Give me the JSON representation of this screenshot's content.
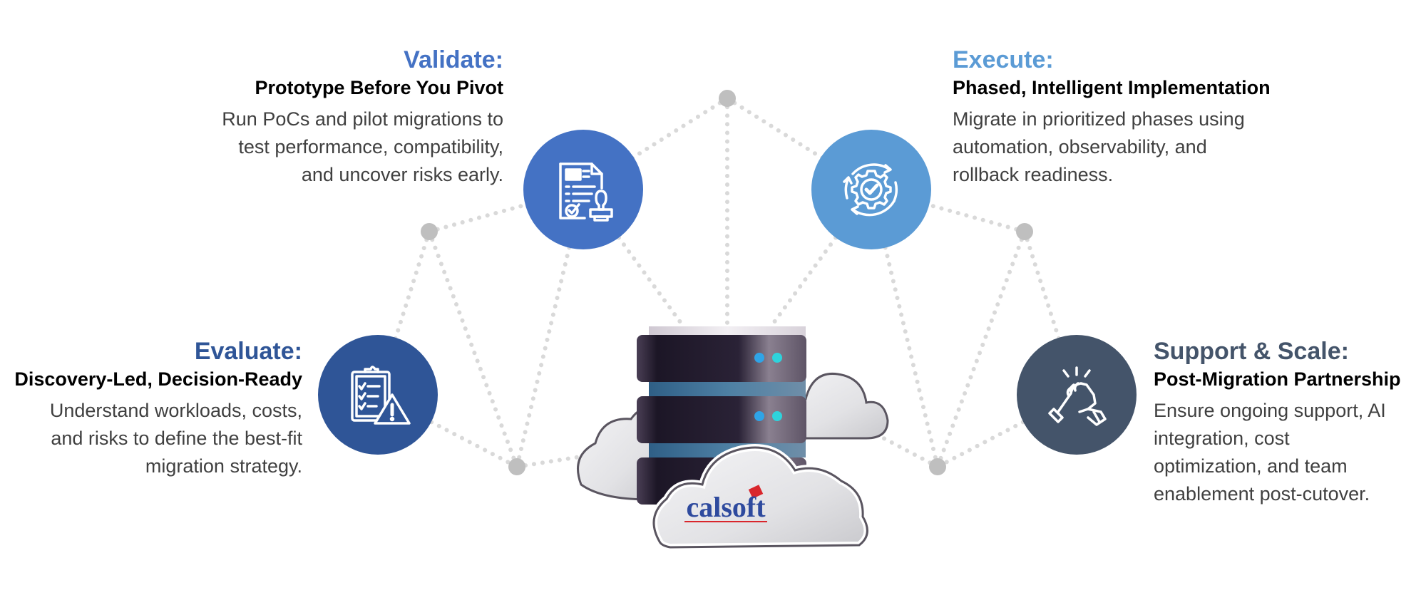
{
  "phases": [
    {
      "key": "validate",
      "title": "Validate:",
      "subtitle": "Prototype Before You Pivot",
      "description_lines": [
        "Run PoCs and pilot migrations to",
        "test performance, compatibility,",
        "and uncover risks early."
      ],
      "icon": "document-stamp-icon",
      "color": "#4472C4"
    },
    {
      "key": "execute",
      "title": "Execute:",
      "subtitle": "Phased, Intelligent Implementation",
      "description_lines": [
        "Migrate in prioritized phases using",
        "automation, observability, and",
        "rollback readiness."
      ],
      "icon": "gear-cycle-check-icon",
      "color": "#5B9BD5"
    },
    {
      "key": "evaluate",
      "title": "Evaluate:",
      "subtitle": "Discovery-Led, Decision-Ready",
      "description_lines": [
        "Understand workloads, costs,",
        "and risks to define the best-fit",
        "migration strategy."
      ],
      "icon": "clipboard-warning-icon",
      "color": "#2F5597"
    },
    {
      "key": "support",
      "title": "Support & Scale:",
      "subtitle": "Post-Migration Partnership",
      "description_lines": [
        "Ensure ongoing support, AI",
        "integration, cost",
        "optimization, and team",
        "enablement post-cutover."
      ],
      "icon": "handshake-icon",
      "color": "#44546A"
    }
  ],
  "center": {
    "logo_text": "calsoft",
    "logo_color": "#2E4A9E",
    "logo_accent": "#D9262C",
    "server_led_colors": [
      "#2FA4E7",
      "#2ED3DC"
    ]
  },
  "network": {
    "line_color": "#D9D9D9",
    "node_color": "#BFBFBF"
  }
}
